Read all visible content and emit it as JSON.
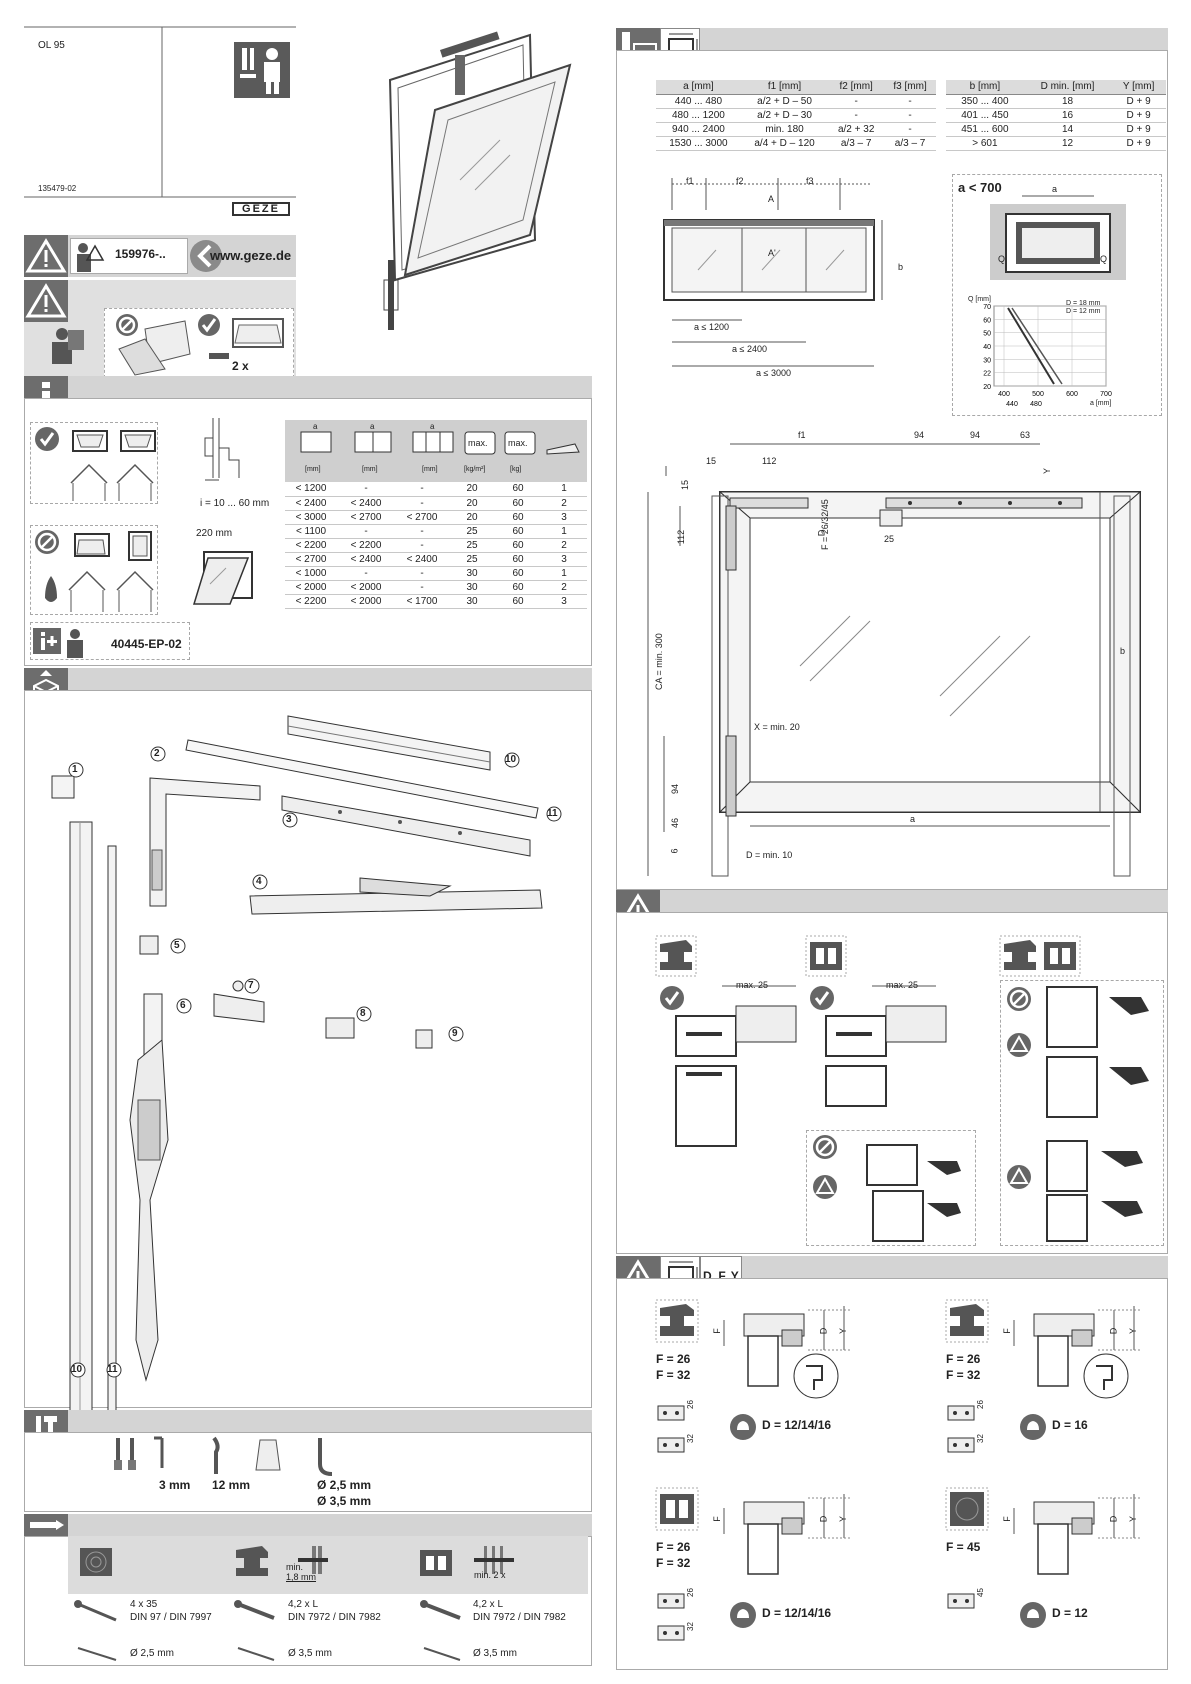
{
  "header": {
    "product": "OL 95",
    "doc_number": "135479-02",
    "brand": "GEZE"
  },
  "safety": {
    "doc_ref": "159976-..",
    "website": "www.geze.de",
    "repeat": "2 x"
  },
  "info": {
    "gap_label": "i = 10 ... 60 mm",
    "width_label": "220 mm",
    "doc_ref": "40445-EP-02",
    "table_head_a": "a",
    "table_units": [
      "[mm]",
      "[mm]",
      "[mm]",
      "[kg/m²]",
      "[kg]"
    ],
    "max_label": "max.",
    "rows": [
      [
        "< 1200",
        "-",
        "-",
        "20",
        "60",
        "1"
      ],
      [
        "< 2400",
        "< 2400",
        "-",
        "20",
        "60",
        "2"
      ],
      [
        "< 3000",
        "< 2700",
        "< 2700",
        "20",
        "60",
        "3"
      ],
      [
        "< 1100",
        "-",
        "-",
        "25",
        "60",
        "1"
      ],
      [
        "< 2200",
        "< 2200",
        "-",
        "25",
        "60",
        "2"
      ],
      [
        "< 2700",
        "< 2400",
        "< 2400",
        "25",
        "60",
        "3"
      ],
      [
        "< 1000",
        "-",
        "-",
        "30",
        "60",
        "1"
      ],
      [
        "< 2000",
        "< 2000",
        "-",
        "30",
        "60",
        "2"
      ],
      [
        "< 2200",
        "< 2000",
        "< 1700",
        "30",
        "60",
        "3"
      ]
    ]
  },
  "parts": {
    "numbers": [
      "1",
      "2",
      "3",
      "4",
      "5",
      "6",
      "7",
      "8",
      "9",
      "10",
      "11"
    ],
    "bottom_10": "10",
    "bottom_11": "11"
  },
  "tools": {
    "hex": "3 mm",
    "wrench": "12 mm",
    "drill_1": "Ø 2,5 mm",
    "drill_2": "Ø 3,5 mm"
  },
  "fixings": {
    "steel_min": "min.",
    "steel_thk": "1,8 mm",
    "pvc_min": "min. 2 x",
    "screws": [
      {
        "size": "4 x 35",
        "norm": "DIN 97 / DIN 7997",
        "drill": "Ø 2,5 mm"
      },
      {
        "size": "4,2 x L",
        "norm": "DIN 7972 / DIN 7982",
        "drill": "Ø 3,5 mm"
      },
      {
        "size": "4,2 x L",
        "norm": "DIN 7972 / DIN 7982",
        "drill": "Ø 3,5 mm"
      }
    ]
  },
  "dim_table_1": {
    "headers": [
      "a [mm]",
      "f1 [mm]",
      "f2 [mm]",
      "f3 [mm]"
    ],
    "rows": [
      [
        "440 ... 480",
        "a/2 + D – 50",
        "-",
        "-"
      ],
      [
        "480 ... 1200",
        "a/2 + D – 30",
        "-",
        "-"
      ],
      [
        "940 ... 2400",
        "min. 180",
        "a/2 + 32",
        "-"
      ],
      [
        "1530 ... 3000",
        "a/4 + D – 120",
        "a/3 – 7",
        "a/3 – 7"
      ]
    ]
  },
  "dim_table_2": {
    "headers": [
      "b [mm]",
      "D min. [mm]",
      "Y [mm]"
    ],
    "rows": [
      [
        "350 ... 400",
        "18",
        "D + 9"
      ],
      [
        "401 ... 450",
        "16",
        "D + 9"
      ],
      [
        "451 ... 600",
        "14",
        "D + 9"
      ],
      [
        "> 601",
        "12",
        "D + 9"
      ]
    ]
  },
  "layout_drawing": {
    "f1": "f1",
    "f2": "f2",
    "f3": "f3",
    "A": "A",
    "A_prime": "A'",
    "b": "b",
    "a1": "a ≤ 1200",
    "a2": "a ≤ 2400",
    "a3": "a ≤ 3000"
  },
  "small_chart": {
    "title": "a < 700",
    "a_label": "a",
    "q_label": "Q",
    "y_unit": "Q [mm]",
    "x_unit": "a [mm]",
    "legend_1": "D = 18 mm",
    "legend_2": "D = 12 mm",
    "y_ticks": [
      "70",
      "60",
      "50",
      "40",
      "30",
      "22",
      "20"
    ],
    "x_ticks": [
      "400",
      "500",
      "600",
      "700"
    ],
    "x_ticks_sub": [
      "440",
      "480"
    ]
  },
  "main_drawing": {
    "f1": "f1",
    "d94a": "94",
    "d94b": "94",
    "d63": "63",
    "d15": "15",
    "d112": "112",
    "Y": "Y",
    "d15v": "15",
    "d112v": "112",
    "D": "D",
    "F": "F = 26/32/45",
    "d25": "25",
    "CA": "CA = min. 300",
    "b": "b",
    "X": "X = min. 20",
    "d94v": "94",
    "d46": "46",
    "d6": "6",
    "a": "a",
    "Dmin": "D = min. 10"
  },
  "profile_section": {
    "max1": "max. 25",
    "max2": "max. 25"
  },
  "dfy_section": {
    "title": "D, F, Y",
    "panels": [
      {
        "f1": "F = 26",
        "f2": "F = 32",
        "d": "D = 12/14/16",
        "n1": "26",
        "n2": "32"
      },
      {
        "f1": "F = 26",
        "f2": "F = 32",
        "d": "D = 16",
        "n1": "26",
        "n2": "32"
      },
      {
        "f1": "F = 26",
        "f2": "F = 32",
        "d": "D = 12/14/16",
        "n1": "26",
        "n2": "32"
      },
      {
        "f1": "F = 45",
        "f2": "",
        "d": "D = 12",
        "n1": "45",
        "n2": ""
      }
    ],
    "labels": {
      "F": "F",
      "D": "D",
      "Y": "Y"
    }
  }
}
